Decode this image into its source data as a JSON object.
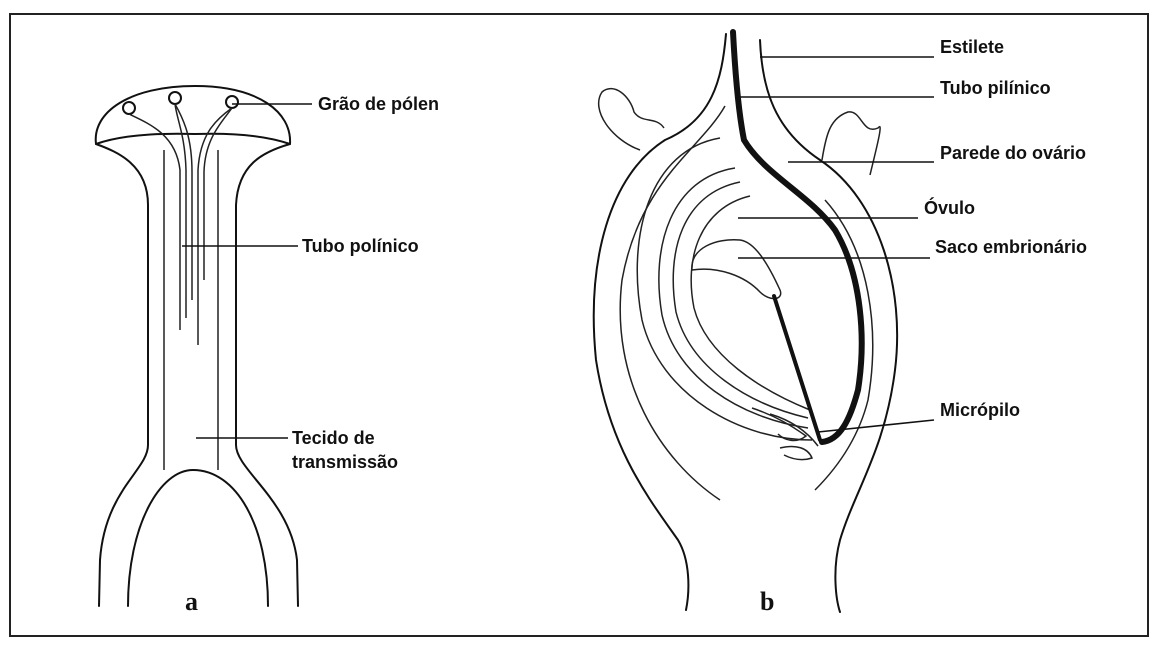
{
  "panel_a": {
    "label": "a",
    "callouts": {
      "pollen_grain": "Grão de pólen",
      "pollen_tube": "Tubo polínico",
      "transmission_tissue_line1": "Tecido de",
      "transmission_tissue_line2": "transmissão"
    }
  },
  "panel_b": {
    "label": "b",
    "callouts": {
      "style": "Estilete",
      "pollen_tube": "Tubo pilínico",
      "ovary_wall": "Parede do ovário",
      "ovule": "Óvulo",
      "embryo_sac": "Saco embrionário",
      "micropyle": "Micrópilo"
    }
  }
}
